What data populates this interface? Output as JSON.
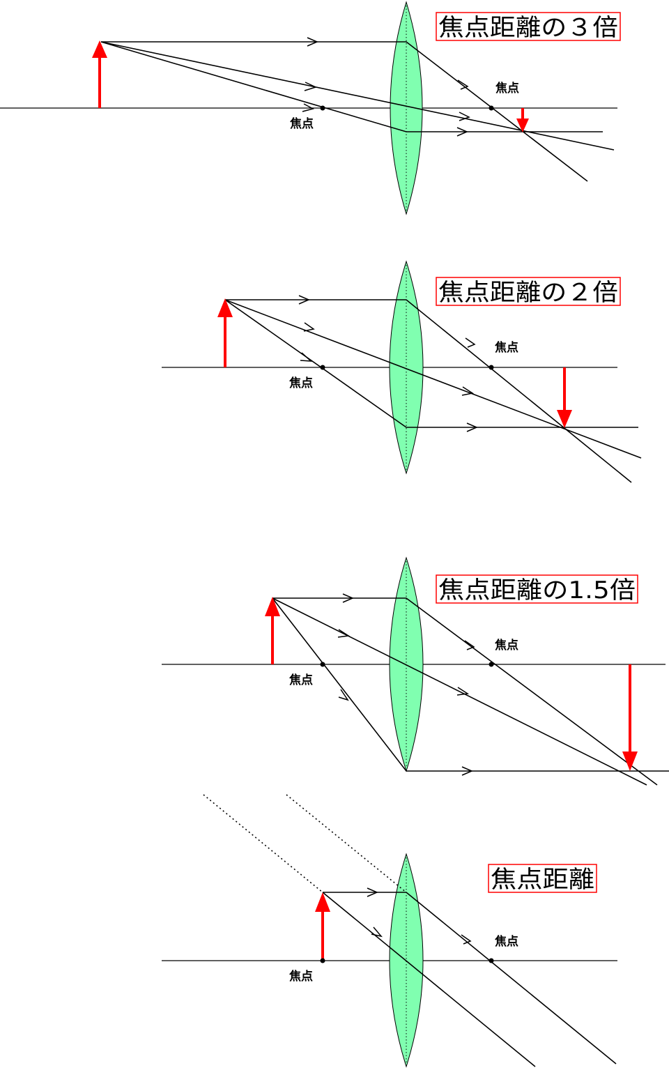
{
  "colors": {
    "lens_fill": "#80ffb0",
    "object_arrow": "#ff0000",
    "title_border": "#ff0000",
    "ray": "#000000"
  },
  "panels": [
    {
      "title": "焦点距離の３倍",
      "focus_label_left": "焦点",
      "focus_label_right": "焦点"
    },
    {
      "title": "焦点距離の２倍",
      "focus_label_left": "焦点",
      "focus_label_right": "焦点"
    },
    {
      "title": "焦点距離の1.5倍",
      "focus_label_left": "焦点",
      "focus_label_right": "焦点"
    },
    {
      "title": "焦点距離",
      "focus_label_left": "焦点",
      "focus_label_right": "焦点"
    }
  ]
}
